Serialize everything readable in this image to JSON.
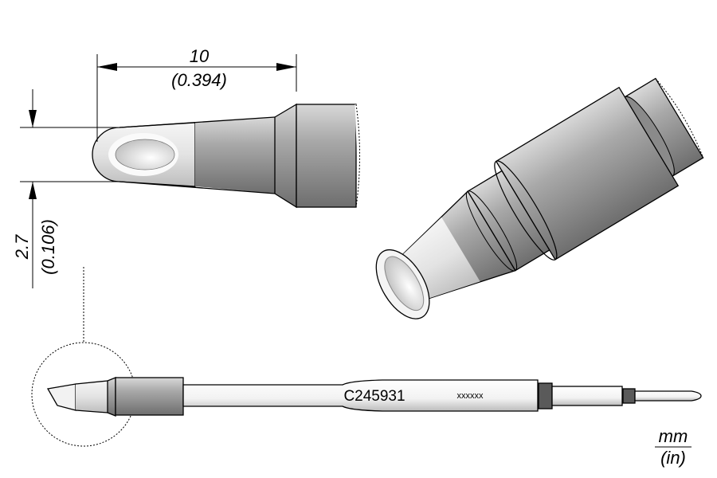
{
  "dimensions": {
    "length_mm": "10",
    "length_in": "(0.394)",
    "width_mm": "2.7",
    "width_in": "(0.106)"
  },
  "part": {
    "code": "C245931",
    "marking": "xxxxxx"
  },
  "units": {
    "primary": "mm",
    "secondary": "(in)"
  },
  "colors": {
    "body_gray": "#8a8a8a",
    "tip_light": "#e6e6e6",
    "band_dark": "#5a5a5a"
  }
}
